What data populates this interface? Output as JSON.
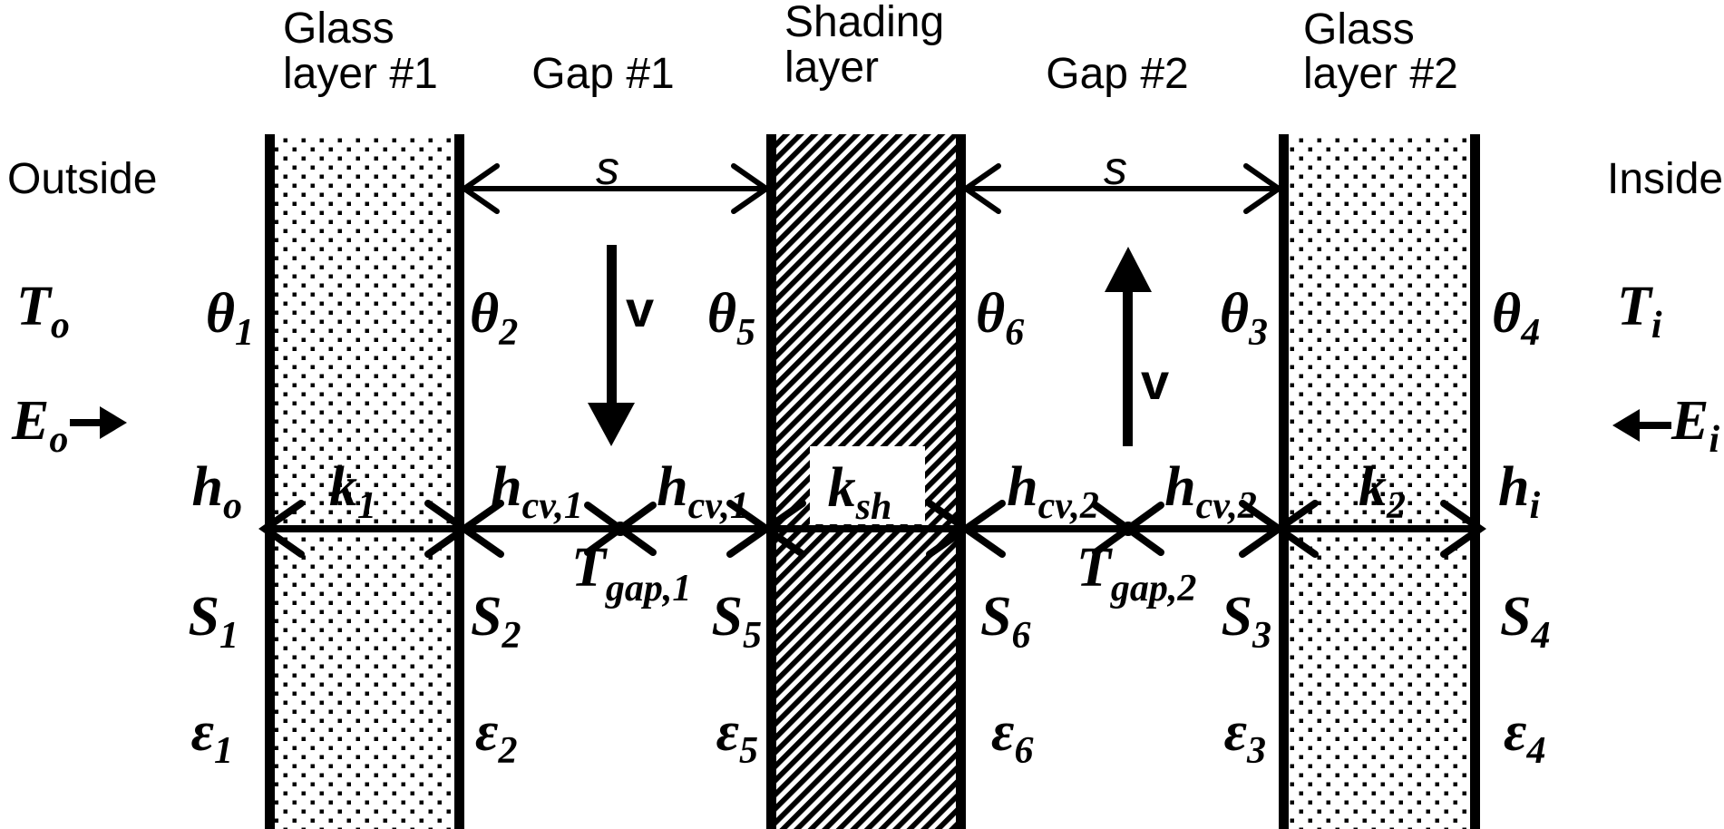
{
  "figure": {
    "type": "glazing-system-heat-transfer-diagram",
    "colors": {
      "ink": "#000000",
      "paper": "#ffffff"
    },
    "regions": {
      "outside": "Outside",
      "inside": "Inside"
    },
    "titles": {
      "glass1": [
        "Glass",
        "layer #1"
      ],
      "gap1": "Gap #1",
      "shading": [
        "Shading",
        "layer"
      ],
      "gap2": "Gap #2",
      "glass2": [
        "Glass",
        "layer #2"
      ]
    },
    "symbols": {
      "T_o": {
        "base": "T",
        "sub": "o"
      },
      "T_i": {
        "base": "T",
        "sub": "i"
      },
      "E_o": {
        "base": "E",
        "sub": "o"
      },
      "E_i": {
        "base": "E",
        "sub": "i"
      },
      "h_o": {
        "base": "h",
        "sub": "o"
      },
      "h_i": {
        "base": "h",
        "sub": "i"
      },
      "theta_1": {
        "base": "θ",
        "sub": "1"
      },
      "theta_2": {
        "base": "θ",
        "sub": "2"
      },
      "theta_3": {
        "base": "θ",
        "sub": "3"
      },
      "theta_4": {
        "base": "θ",
        "sub": "4"
      },
      "theta_5": {
        "base": "θ",
        "sub": "5"
      },
      "theta_6": {
        "base": "θ",
        "sub": "6"
      },
      "k_1": {
        "base": "k",
        "sub": "1"
      },
      "k_2": {
        "base": "k",
        "sub": "2"
      },
      "k_sh": {
        "base": "k",
        "sub": "sh"
      },
      "h_cv1_a": {
        "base": "h",
        "sub": "cv,1"
      },
      "h_cv1_b": {
        "base": "h",
        "sub": "cv,1"
      },
      "h_cv2_a": {
        "base": "h",
        "sub": "cv,2"
      },
      "h_cv2_b": {
        "base": "h",
        "sub": "cv,2"
      },
      "T_gap1": {
        "base": "T",
        "sub": "gap,1"
      },
      "T_gap2": {
        "base": "T",
        "sub": "gap,2"
      },
      "S_1": {
        "base": "S",
        "sub": "1"
      },
      "S_2": {
        "base": "S",
        "sub": "2"
      },
      "S_3": {
        "base": "S",
        "sub": "3"
      },
      "S_4": {
        "base": "S",
        "sub": "4"
      },
      "S_5": {
        "base": "S",
        "sub": "5"
      },
      "S_6": {
        "base": "S",
        "sub": "6"
      },
      "eps_1": {
        "base": "ε",
        "sub": "1"
      },
      "eps_2": {
        "base": "ε",
        "sub": "2"
      },
      "eps_3": {
        "base": "ε",
        "sub": "3"
      },
      "eps_4": {
        "base": "ε",
        "sub": "4"
      },
      "eps_5": {
        "base": "ε",
        "sub": "5"
      },
      "eps_6": {
        "base": "ε",
        "sub": "6"
      }
    },
    "flow": {
      "v1": "v",
      "v2": "v"
    },
    "spacing": {
      "s1": "s",
      "s2": "s"
    }
  }
}
